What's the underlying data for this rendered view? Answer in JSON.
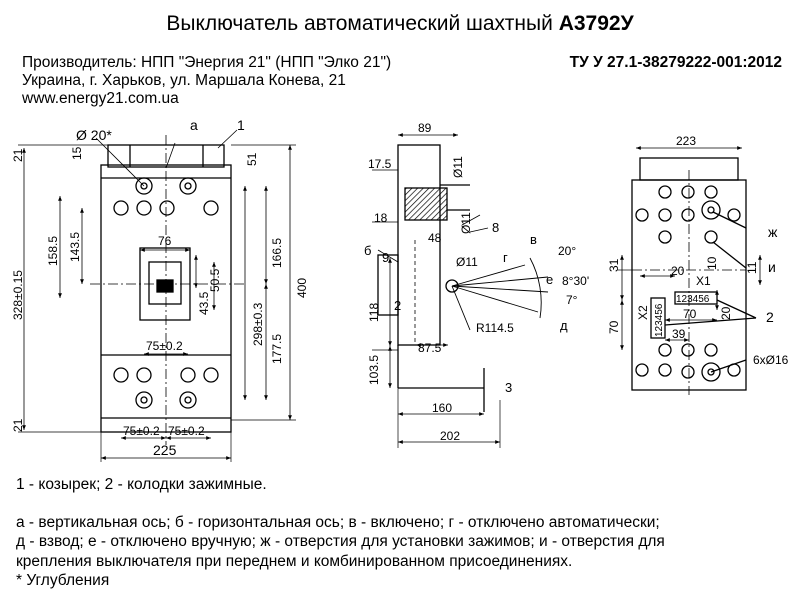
{
  "header": {
    "title_main": "Выключатель автоматический шахтный ",
    "title_model": "А3792У",
    "manufacturer": "Производитель: НПП \"Энергия 21\" (НПП \"Элко 21\")",
    "address": "Украина, г. Харьков, ул. Маршала Конева, 21",
    "website": "www.energy21.com.ua",
    "spec": "ТУ У 27.1-38279222-001:2012"
  },
  "front_view": {
    "dim_hole": "Ø 20*",
    "label_a": "а",
    "label_1": "1",
    "dim_15": "15",
    "dim_51": "51",
    "dim_21_top": "21",
    "dim_21_bottom": "21",
    "dim_158_5": "158.5",
    "dim_143_5": "143.5",
    "dim_328": "328±0.15",
    "dim_76": "76",
    "dim_50_5": "50.5",
    "dim_43_5": "43.5",
    "dim_298": "298±0.3",
    "dim_166_5": "166.5",
    "dim_177_5": "177.5",
    "dim_400": "400",
    "dim_75_mid": "75±0.2",
    "dim_75_left": "75±0.2",
    "dim_75_right": "75±0.2",
    "dim_225": "225"
  },
  "side_view": {
    "dim_89": "89",
    "dim_17_5": "17.5",
    "dim_d11_top": "Ø11",
    "dim_18": "18",
    "dim_d11_mid": "Ø11",
    "dim_48": "48",
    "label_8": "8",
    "label_6": "б",
    "label_9": "9",
    "dim_d11_axis": "Ø11",
    "label_g": "г",
    "label_v": "в",
    "dim_20deg": "20°",
    "dim_8deg": "8°30'",
    "label_e": "е",
    "dim_7deg": "7°",
    "label_d": "д",
    "label_2": "2",
    "dim_118": "118",
    "dim_r114": "R114.5",
    "dim_87_5": "87.5",
    "dim_103_5": "103.5",
    "label_3": "3",
    "dim_160": "160",
    "dim_202": "202"
  },
  "rear_view": {
    "dim_223": "223",
    "label_zh": "ж",
    "label_i": "и",
    "dim_31": "31",
    "dim_11": "11",
    "dim_20_a": "20",
    "label_x1": "X1",
    "dim_10": "10",
    "terminal_x1": "123456",
    "label_x2": "X2",
    "terminal_x2": "123456",
    "dim_70_a": "70",
    "dim_20_b": "20",
    "dim_70_b": "70",
    "label_2": "2",
    "dim_39": "39",
    "dim_holes": "6хØ16"
  },
  "legend": {
    "line1": "1 - козырек; 2 - колодки зажимные.",
    "line2": "а - вертикальная ось; б - горизонтальная ось; в - включено; г - отключено автоматически;",
    "line3": "д - взвод; е - отключено вручную; ж - отверстия для установки зажимов; и - отверстия для",
    "line4": "крепления выключателя при переднем и комбинированном присоединениях.",
    "line5": "* Углубления"
  }
}
